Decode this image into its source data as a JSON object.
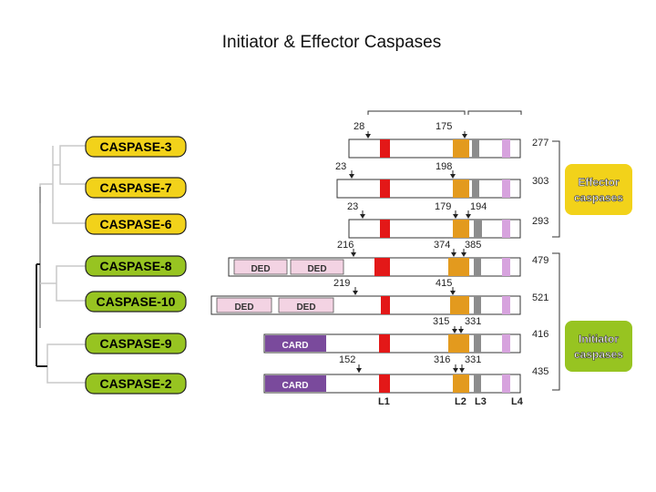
{
  "title": "Initiator & Effector Caspases",
  "colors": {
    "effector_label_bg": "#f2d21a",
    "initiator_label_bg": "#97c421",
    "caspase_box_fill": "#c2d936",
    "red_band": "#e31818",
    "orange_band": "#e39a1e",
    "gray_band": "#8c8c8c",
    "pink_band": "#d7a3de",
    "ded_fill": "#f3d3e3",
    "card_fill": "#7a4a9c"
  },
  "caspases": [
    {
      "name": "CASPASE-3",
      "length": "277"
    },
    {
      "name": "CASPASE-7",
      "length": "303"
    },
    {
      "name": "CASPASE-6",
      "length": "293"
    },
    {
      "name": "CASPASE-8",
      "length": "479"
    },
    {
      "name": "CASPASE-10",
      "length": "521"
    },
    {
      "name": "CASPASE-9",
      "length": "416"
    },
    {
      "name": "CASPASE-2",
      "length": "435"
    }
  ],
  "groups": {
    "effector": {
      "line1": "Effector",
      "line2": "caspases"
    },
    "initiator": {
      "line1": "Initiator",
      "line2": "caspases"
    }
  },
  "domains": {
    "ded": "DED",
    "card": "CARD"
  },
  "cleavage_sites": {
    "c3_a": "28",
    "c3_b": "175",
    "c7_a": "23",
    "c7_b": "198",
    "c6_a": "23",
    "c6_b": "179",
    "c6_c": "194",
    "c8_a": "216",
    "c8_b": "374",
    "c8_c": "385",
    "c10_a": "219",
    "c10_b": "415",
    "c9_a": "315",
    "c9_b": "331",
    "c2_a": "152",
    "c2_b": "316",
    "c2_c": "331"
  },
  "loops": {
    "l1": "L1",
    "l2": "L2",
    "l3": "L3",
    "l4": "L4"
  }
}
